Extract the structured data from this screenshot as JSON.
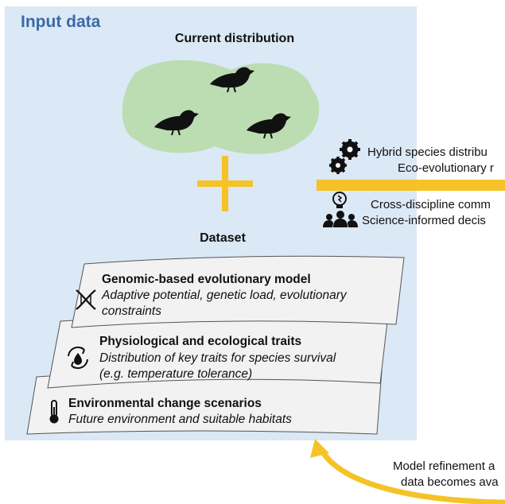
{
  "panel": {
    "title": "Input data"
  },
  "distribution": {
    "title": "Current distribution"
  },
  "dataset": {
    "title": "Dataset"
  },
  "layers": [
    {
      "title": "Genomic-based evolutionary model",
      "line1": "Adaptive potential, genetic load, evolutionary",
      "line2": "constraints",
      "icon": "dna-icon"
    },
    {
      "title": "Physiological and ecological traits",
      "line1": "Distribution of key traits for species survival",
      "line2": "(e.g. temperature tolerance)",
      "icon": "trait-cycle-icon"
    },
    {
      "title": "Environmental change scenarios",
      "line1": "Future environment and suitable habitats",
      "icon": "thermometer-icon"
    }
  ],
  "right": {
    "line1": "Hybrid species distribu",
    "line2": "Eco-evolutionary r",
    "line3": "Cross-discipline comm",
    "line4": "Science-informed decis"
  },
  "bottom": {
    "line1": "Model refinement a",
    "line2": "data becomes ava"
  },
  "colors": {
    "panel": "#dbe8f5",
    "title": "#3a6aa6",
    "blob": "#bcdcb2",
    "accent": "#f5c327",
    "layer": "#f2f2f2"
  }
}
